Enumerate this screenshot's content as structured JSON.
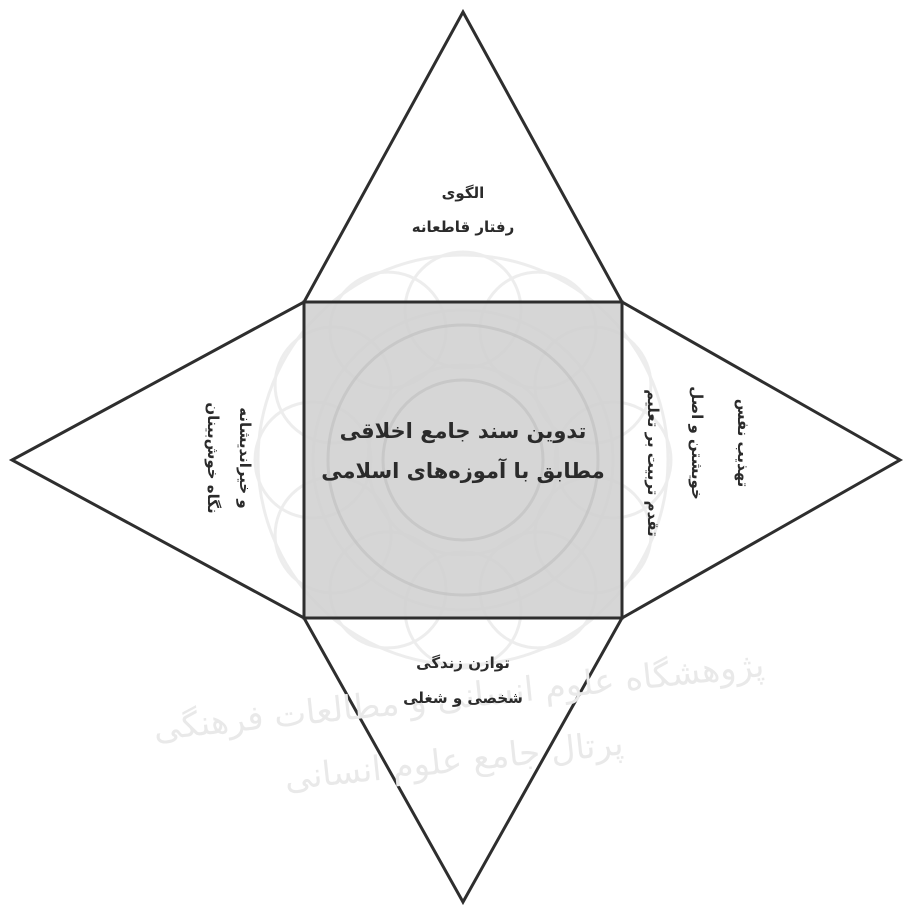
{
  "diagram": {
    "center": {
      "line1": "تدوین سند جامع اخلاقی",
      "line2": "مطابق با آموزه‌های اسلامی"
    },
    "top": {
      "line1": "الگوی",
      "line2": "رفتار قاطعانه"
    },
    "bottom": {
      "line1": "توازن زندگی",
      "line2": "شخصی و شغلی"
    },
    "left": {
      "line1": "نگاه خوش‌بینان",
      "line2": "و خیراندیشانه"
    },
    "right": {
      "line1": "تهذیب نفس",
      "line2": "خویشتن و اصل",
      "line3": "تقدم تربیت بر تعلیم"
    }
  },
  "watermark": {
    "line1": "پژوهشگاه علوم انسانی و مطالعات فرهنگی",
    "line2": "پرتال جامع علوم انسانی"
  },
  "colors": {
    "center_fill": "#cfcfcf",
    "stroke": "#2e2e2e"
  }
}
